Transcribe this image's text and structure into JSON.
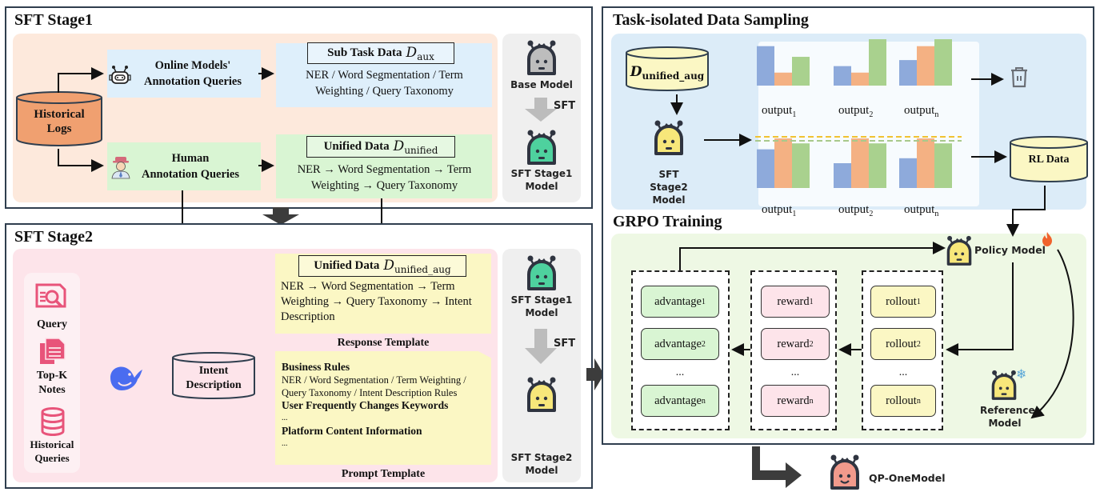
{
  "stage1": {
    "title": "SFT Stage1",
    "historical_logs": "Historical Logs",
    "online_queries": {
      "line1": "Online Models'",
      "line2": "Annotation Queries",
      "icon": "robot-icon"
    },
    "human_queries": {
      "line1": "Human",
      "line2": "Annotation Queries",
      "icon": "person-icon"
    },
    "sub_task_data": {
      "label": "Sub Task Data",
      "symbol": "D",
      "subscript": "aux",
      "text": "NER / Word Segmentation / Term Weighting / Query Taxonomy"
    },
    "unified_data": {
      "label": "Unified Data",
      "symbol": "D",
      "subscript": "unified",
      "text": "NER → Word Segmentation → Term Weighting → Query Taxonomy"
    },
    "models": {
      "base": "Base Model",
      "sft_label": "SFT",
      "stage1": "SFT Stage1 Model"
    }
  },
  "stage2": {
    "title": "SFT Stage2",
    "inputs": [
      {
        "label": "Query",
        "icon": "document-search-icon"
      },
      {
        "label": "Top-K Notes",
        "icon": "documents-icon"
      },
      {
        "label": "Historical Queries",
        "icon": "database-icon"
      }
    ],
    "llm_icon": "whale-icon",
    "intent_description": "Intent Description",
    "response_template": {
      "label": "Unified Data",
      "symbol": "D",
      "subscript": "unified_aug",
      "text": "NER → Word Segmentation → Term Weighting → Query Taxonomy → Intent Description",
      "caption": "Response Template"
    },
    "prompt_template": {
      "items": [
        {
          "heading": "Business Rules",
          "body": "NER / Word Segmentation / Term Weighting / Query Taxonomy / Intent Description Rules"
        },
        {
          "heading": "User Frequently Changes Keywords",
          "body": "..."
        },
        {
          "heading": "Platform Content Information",
          "body": "..."
        }
      ],
      "caption": "Prompt Template"
    },
    "models": {
      "stage1": "SFT Stage1 Model",
      "sft_label": "SFT",
      "stage2": "SFT Stage2 Model"
    }
  },
  "sampling": {
    "title": "Task-isolated Data Sampling",
    "dataset": {
      "symbol": "D",
      "subscript": "unified_aug"
    },
    "model": "SFT Stage2 Model",
    "rejected_outputs": [
      {
        "name": "output",
        "sub": "1",
        "values": [
          0.85,
          0.28,
          0.62
        ]
      },
      {
        "name": "output",
        "sub": "2",
        "values": [
          0.42,
          0.28,
          1.0
        ]
      },
      {
        "name": "output",
        "sub": "n",
        "values": [
          0.55,
          0.85,
          1.0
        ]
      }
    ],
    "accepted_outputs": [
      {
        "name": "output",
        "sub": "1",
        "values": [
          0.78,
          1.0,
          0.9
        ]
      },
      {
        "name": "output",
        "sub": "2",
        "values": [
          0.5,
          1.0,
          0.9
        ]
      },
      {
        "name": "output",
        "sub": "n",
        "values": [
          0.6,
          1.0,
          0.9
        ]
      }
    ],
    "bar_colors": [
      "#8eaadb",
      "#f4b183",
      "#a9d18e"
    ],
    "threshold_colors": [
      "#f0c232",
      "#a9c98b"
    ],
    "discard_icon": "trash-icon",
    "rl_data": "RL Data"
  },
  "grpo": {
    "title": "GRPO Training",
    "policy_model": "Policy Model",
    "reference_model": "Reference Model",
    "hot_icon": "fire-icon",
    "frozen_icon": "snowflake-icon",
    "advantages": [
      {
        "name": "advantage",
        "sub": "1"
      },
      {
        "name": "advantage",
        "sub": "2"
      },
      {
        "name": "advantage",
        "sub": "n"
      }
    ],
    "rewards": [
      {
        "name": "reward",
        "sub": "1"
      },
      {
        "name": "reward",
        "sub": "2"
      },
      {
        "name": "reward",
        "sub": "n"
      }
    ],
    "rollouts": [
      {
        "name": "rollout",
        "sub": "1"
      },
      {
        "name": "rollout",
        "sub": "2"
      },
      {
        "name": "rollout",
        "sub": "n"
      }
    ],
    "ellipsis": "..."
  },
  "final": {
    "model": "QP-OneModel"
  },
  "colors": {
    "stage1_bg": "#fde9dc",
    "blue_box": "#deeffb",
    "green_box": "#d9f5d3",
    "stage2_bg": "#fde4ea",
    "yellow_box": "#fbf7c4",
    "model_panel": "#efefef",
    "sampling_bg": "#dcecf8",
    "grpo_bg": "#eef8e4",
    "logs": "#f0a070",
    "pink_icon": "#e8547a",
    "whale": "#4a6cf0"
  }
}
